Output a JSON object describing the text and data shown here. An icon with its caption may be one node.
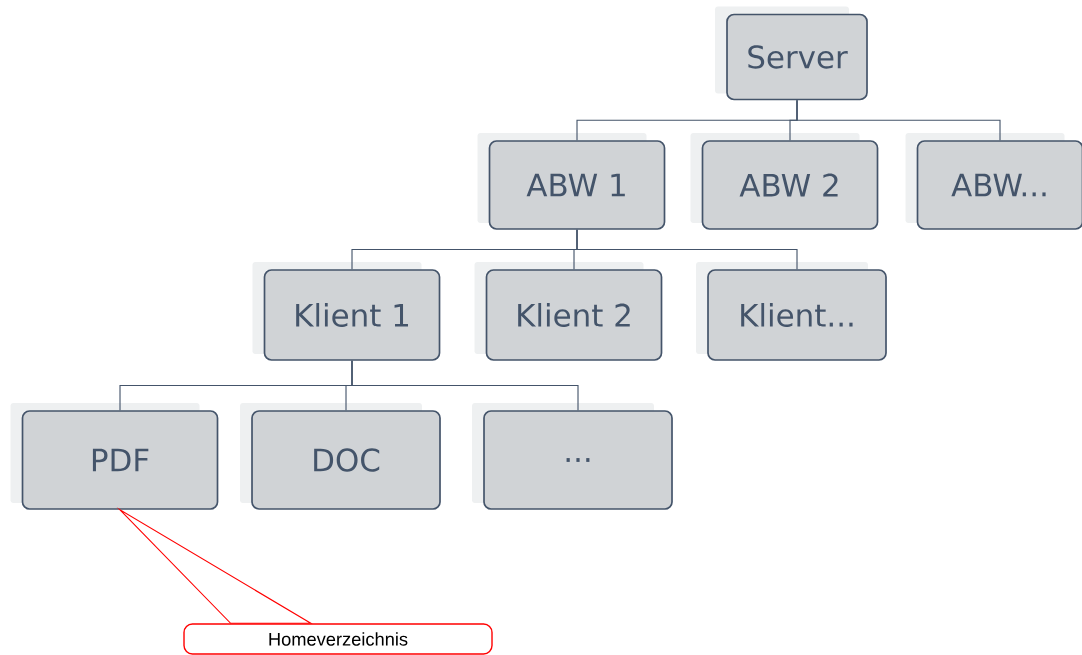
{
  "diagram": {
    "nodes": [
      {
        "text": [
          "Server"
        ]
      },
      {
        "text": [
          "ABW 1"
        ]
      },
      {
        "text": [
          "ABW 2"
        ]
      },
      {
        "text": [
          "ABW..."
        ]
      },
      {
        "text": [
          "Klient 1"
        ]
      },
      {
        "text": [
          "Klient 2"
        ]
      },
      {
        "text": [
          "Klient..."
        ]
      },
      {
        "text": [
          "PDF"
        ]
      },
      {
        "text": [
          "DOC"
        ]
      },
      {
        "text": [
          "..."
        ]
      },
      {
        "text": [
          "Homeverzeichnis"
        ]
      }
    ],
    "edges": [
      {
        "from": 0,
        "to": 1,
        "arrow": "none"
      },
      {
        "from": 0,
        "to": 2,
        "arrow": "none"
      },
      {
        "from": 0,
        "to": 3,
        "arrow": "none"
      },
      {
        "from": 1,
        "to": 4,
        "arrow": "none"
      },
      {
        "from": 1,
        "to": 5,
        "arrow": "none"
      },
      {
        "from": 1,
        "to": 6,
        "arrow": "none"
      },
      {
        "from": 4,
        "to": 7,
        "arrow": "none"
      },
      {
        "from": 4,
        "to": 8,
        "arrow": "none"
      },
      {
        "from": 4,
        "to": 9,
        "arrow": "none"
      },
      {
        "from": 10,
        "to": 7,
        "arrow": "none",
        "color": "#ff0000"
      }
    ]
  }
}
